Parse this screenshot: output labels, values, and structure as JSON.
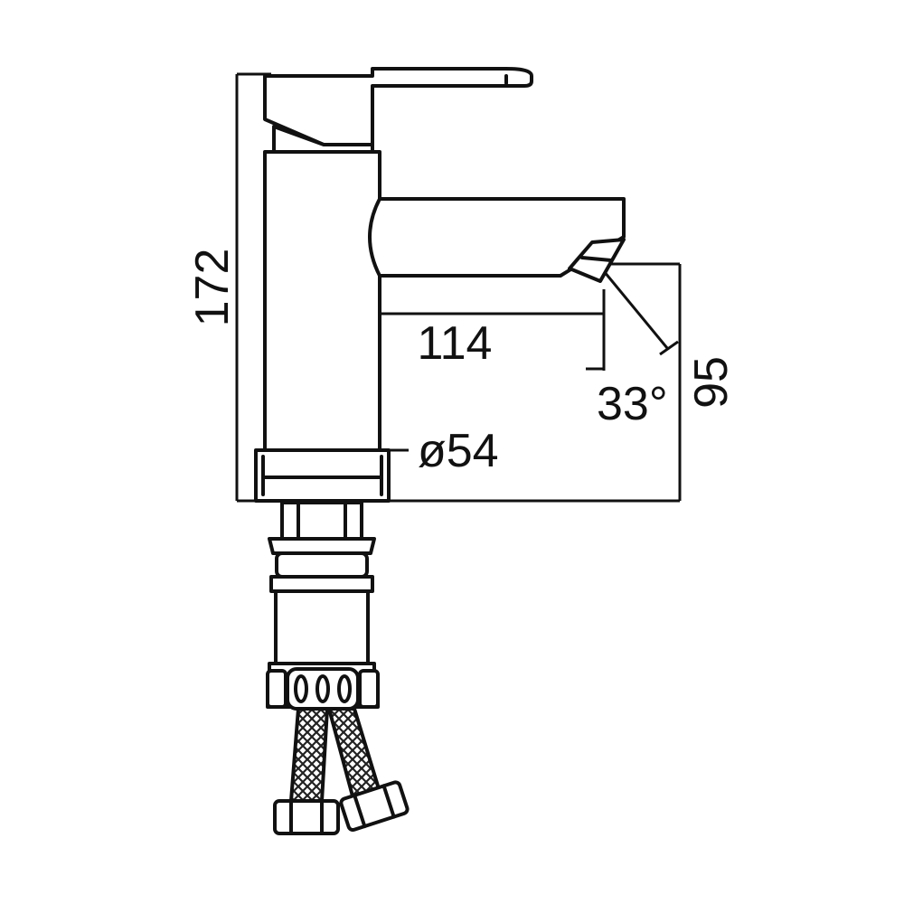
{
  "dimensions": {
    "height_total": "172",
    "spout_reach": "114",
    "spout_angle": "33°",
    "spout_height": "95",
    "base_diameter": "ø54"
  },
  "colors": {
    "line": "#111111",
    "background": "#ffffff",
    "hose_fill": "#555555"
  }
}
